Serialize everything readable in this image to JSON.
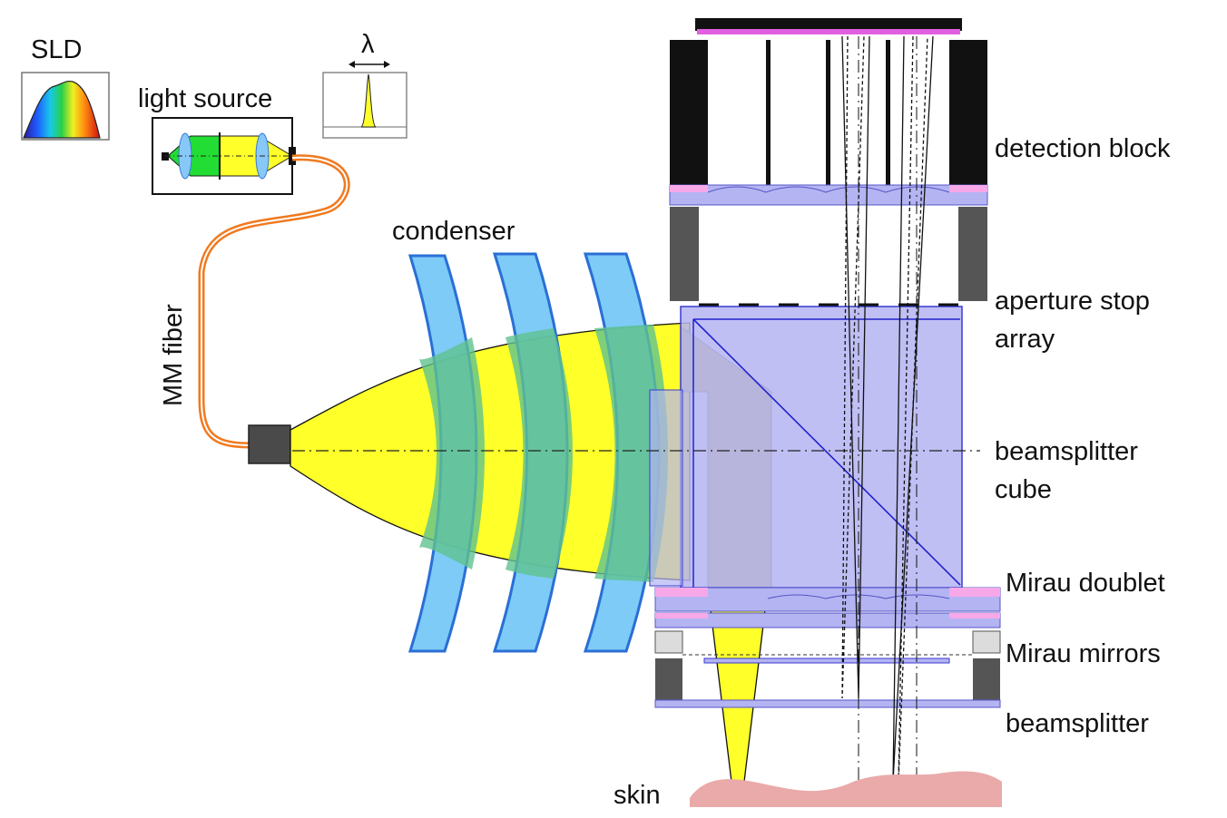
{
  "labels": {
    "sld": "SLD",
    "light_source": "light source",
    "lambda": "λ",
    "condenser": "condenser",
    "mm_fiber": "MM fiber",
    "detection_block": "detection block",
    "aperture_stop_array_1": "aperture stop",
    "aperture_stop_array_2": "array",
    "beamsplitter_cube_1": "beamsplitter",
    "beamsplitter_cube_2": "cube",
    "mirau_doublet": "Mirau doublet",
    "mirau_mirrors": "Mirau mirrors",
    "beamsplitter": "beamsplitter",
    "skin": "skin"
  },
  "colors": {
    "beam_yellow": "#ffff2a",
    "lens_blue": "#66c2f5",
    "lens_edge": "#2a6fd6",
    "cube_lavender": "#b4b4f2",
    "pink": "#f6a8e8",
    "skin": "#eaaaaa",
    "fiber": "#f07a20",
    "housing_dark": "#555555"
  }
}
